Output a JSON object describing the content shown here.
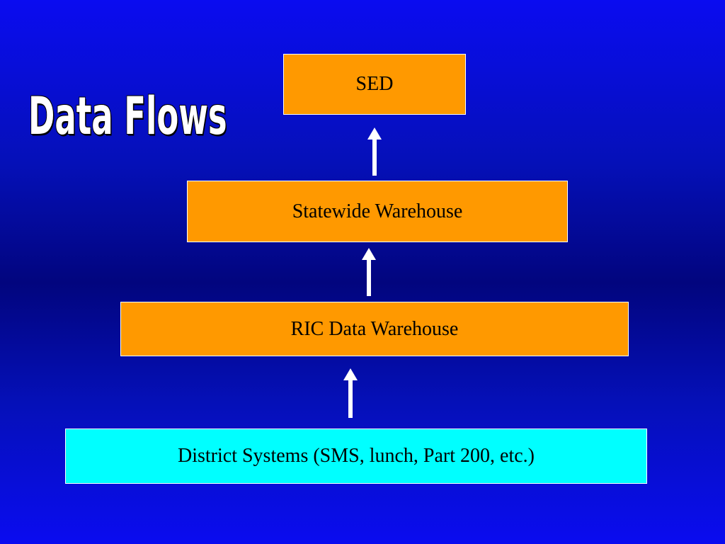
{
  "slide": {
    "title": "Data Flows",
    "background_colors": [
      "#0a0cf0",
      "#02057e"
    ]
  },
  "flow": {
    "nodes": [
      {
        "id": "sed",
        "label": "SED",
        "color": "#ff9900"
      },
      {
        "id": "statewide",
        "label": "Statewide Warehouse",
        "color": "#ff9900"
      },
      {
        "id": "ric",
        "label": "RIC Data Warehouse",
        "color": "#ff9900"
      },
      {
        "id": "district",
        "label": "District Systems (SMS, lunch, Part 200, etc.)",
        "color": "#00ffff"
      }
    ],
    "edges": [
      {
        "from": "district",
        "to": "ric"
      },
      {
        "from": "ric",
        "to": "statewide"
      },
      {
        "from": "statewide",
        "to": "sed"
      }
    ],
    "arrow_color": "#ffffff"
  }
}
